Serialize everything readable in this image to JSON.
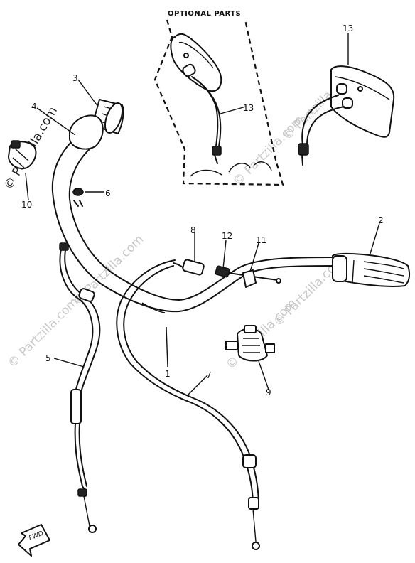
{
  "optional_parts_label": "OPTIONAL PARTS",
  "fwd_label": "FWD",
  "watermark_text": "© Partzilla.com",
  "callouts": {
    "c1": "1",
    "c2": "2",
    "c3": "3",
    "c4": "4",
    "c5": "5",
    "c6": "6",
    "c7": "7",
    "c8": "8",
    "c9": "9",
    "c10": "10",
    "c11": "11",
    "c12": "12",
    "c13a": "13",
    "c13b": "13"
  }
}
